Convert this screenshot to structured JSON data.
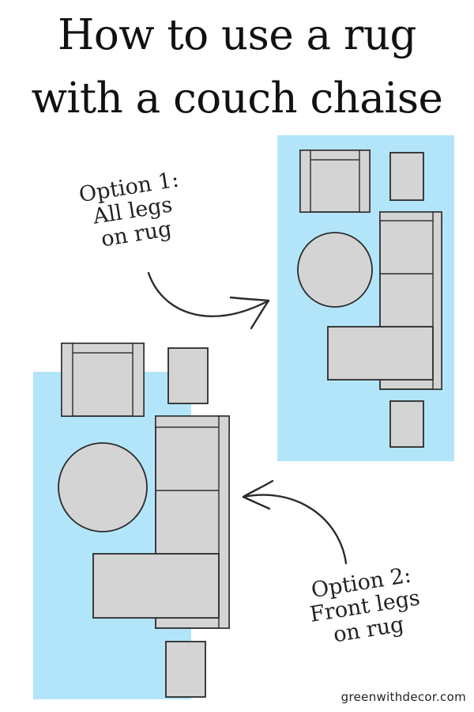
{
  "title": {
    "line1": "How to use a rug",
    "line2": "with a couch chaise"
  },
  "option1": {
    "line1": "Option 1:",
    "line2": "All legs",
    "line3": "on rug"
  },
  "option2": {
    "line1": "Option 2:",
    "line2": "Front legs",
    "line3": "on rug"
  },
  "website": "greenwithdecor.com",
  "colors": {
    "rug": "#b3e5fa",
    "furniture": "#d4d4d4",
    "outline": "#2b2b2b"
  }
}
